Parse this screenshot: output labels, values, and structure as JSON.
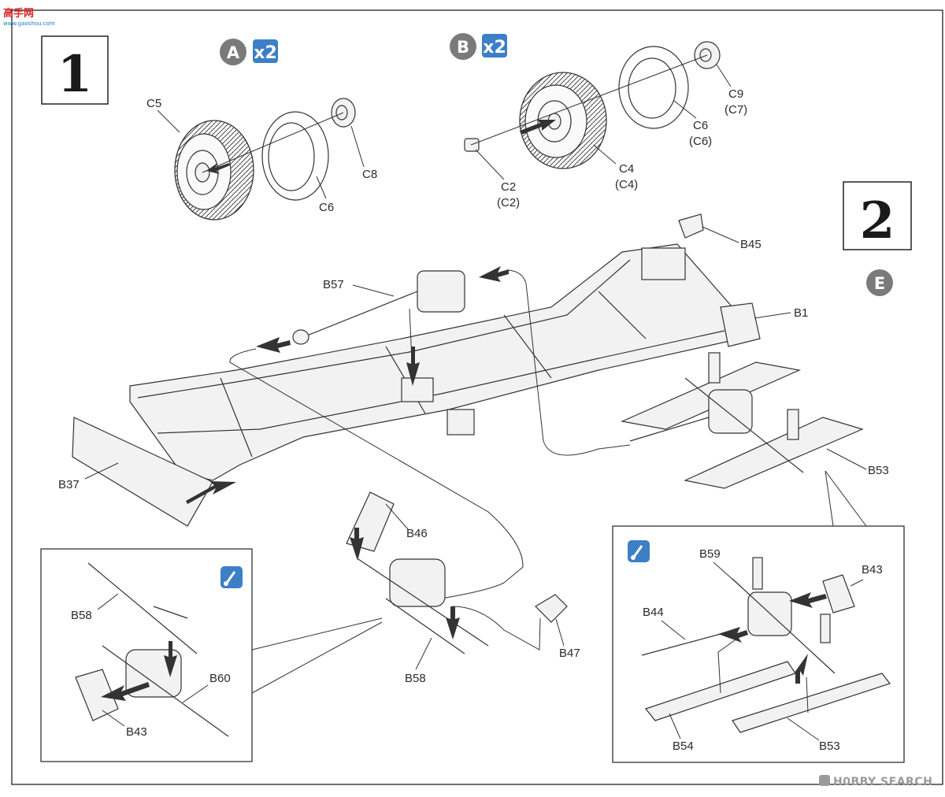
{
  "watermark_top": {
    "title": "高手网",
    "subtitle": "www.gaoshou.com"
  },
  "watermark_bottom": "H0BBY SEARCH",
  "steps": {
    "step1": "1",
    "step2": "2"
  },
  "variants": {
    "a": {
      "letter": "A",
      "multiplier": "x2"
    },
    "b": {
      "letter": "B",
      "multiplier": "x2"
    },
    "e": {
      "letter": "E"
    }
  },
  "parts": {
    "c5": "C5",
    "c6_a": "C6",
    "c8": "C8",
    "c2": "C2",
    "c2_alt": "(C2)",
    "c4": "C4",
    "c4_alt": "(C4)",
    "c6_b": "C6",
    "c6_b_alt": "(C6)",
    "c9": "C9",
    "c9_alt": "(C7)",
    "b45": "B45",
    "b57": "B57",
    "b1": "B1",
    "b37": "B37",
    "b53": "B53",
    "b46": "B46",
    "b47": "B47",
    "b58": "B58",
    "inset_left": {
      "b58": "B58",
      "b60": "B60",
      "b43": "B43"
    },
    "inset_right": {
      "b59": "B59",
      "b43": "B43",
      "b44": "B44",
      "b54": "B54",
      "b53": "B53"
    }
  },
  "colors": {
    "accent_blue": "#3d7fc6",
    "badge_gray": "#7a7a7a",
    "line": "#333333"
  }
}
